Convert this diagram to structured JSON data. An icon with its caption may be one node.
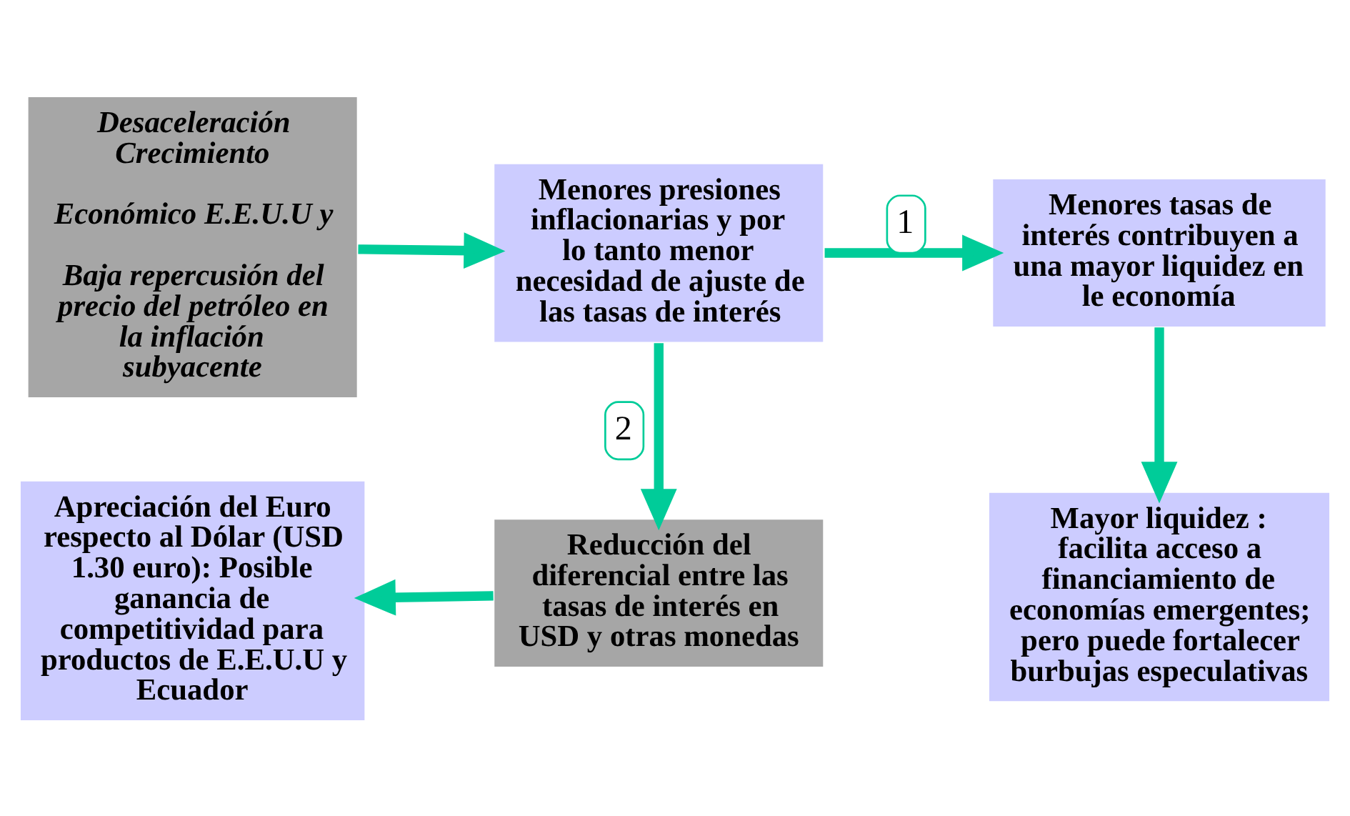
{
  "diagram": {
    "nodes": [
      {
        "text": [
          "Desaceleración Crecimiento",
          "Económico E.E.U.U y",
          "Baja repercusión del precio del petróleo en la inflación subyacente"
        ]
      },
      {
        "text": [
          "Menores presiones inflacionarias y por lo tanto menor necesidad de ajuste de las tasas de interés"
        ]
      },
      {
        "text": [
          "Menores tasas de interés contribuyen a una mayor liquidez en le economía"
        ]
      },
      {
        "text": [
          "Mayor liquidez : facilita acceso a financiamiento de economías emergentes; pero puede fortalecer burbujas especulativas"
        ]
      },
      {
        "text": [
          "Reducción del diferencial entre las tasas de interés en USD y otras monedas"
        ]
      },
      {
        "text": [
          "Apreciación del Euro respecto al Dólar (USD 1.30 euro): Posible ganancia de competitividad para productos de E.E.U.U y Ecuador"
        ]
      }
    ],
    "edges": [
      {
        "from": 0,
        "to": 1,
        "arrow": "to"
      },
      {
        "from": 1,
        "to": 2,
        "arrow": "to",
        "label": "1"
      },
      {
        "from": 2,
        "to": 3,
        "arrow": "to"
      },
      {
        "from": 1,
        "to": 4,
        "arrow": "to",
        "label": "2"
      },
      {
        "from": 4,
        "to": 5,
        "arrow": "to"
      }
    ]
  }
}
